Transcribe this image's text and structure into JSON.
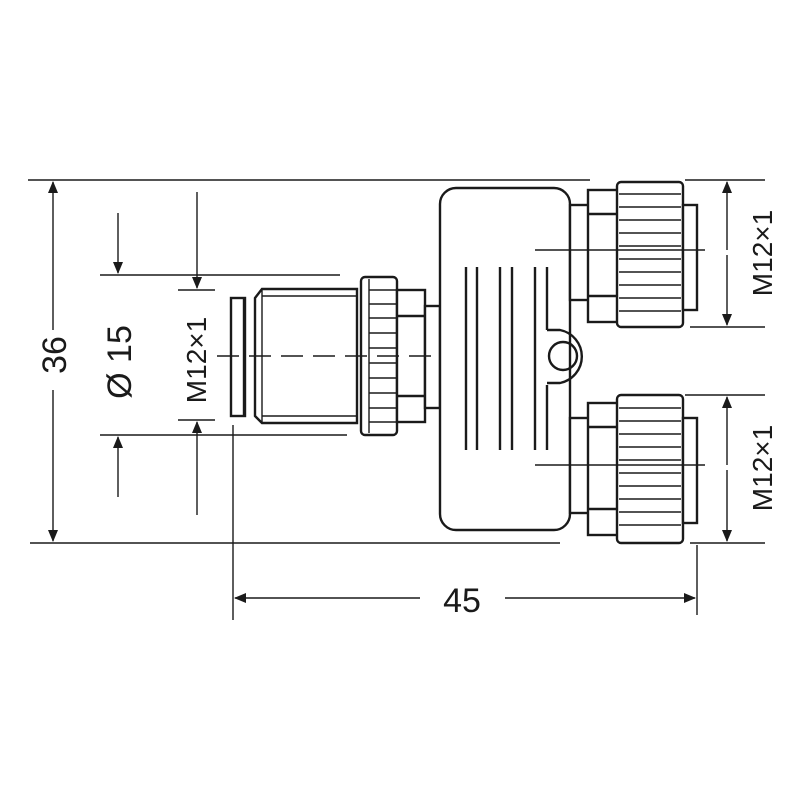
{
  "drawing": {
    "title": "Y-distributor M12 connector dimension drawing",
    "dimensions": {
      "height": "36",
      "diameter": "Ø 15",
      "thread_left": "M12×1",
      "thread_right_top": "M12×1",
      "thread_right_bottom": "M12×1",
      "length": "45"
    },
    "colors": {
      "line": "#1a1a1a",
      "background": "#ffffff"
    }
  }
}
